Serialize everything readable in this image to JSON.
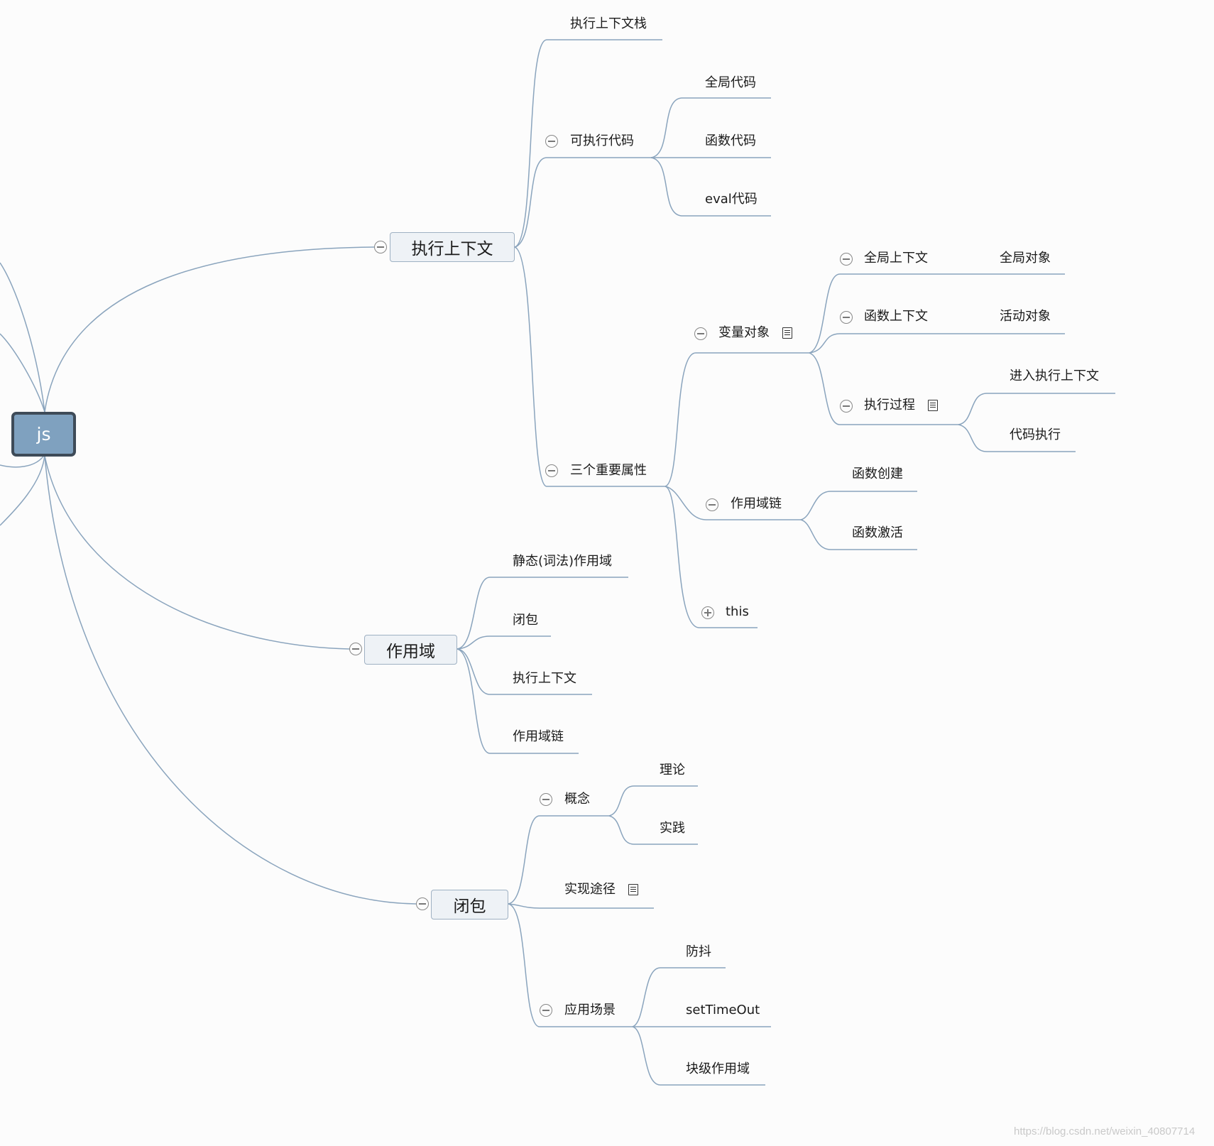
{
  "root": {
    "label": "js"
  },
  "branches": {
    "exec_context": {
      "label": "执行上下文",
      "context_stack": "执行上下文栈",
      "executable_code": {
        "label": "可执行代码",
        "global_code": "全局代码",
        "function_code": "函数代码",
        "eval_code": "eval代码"
      },
      "three_props": {
        "label": "三个重要属性",
        "variable_object": {
          "label": "变量对象",
          "global_context": {
            "label": "全局上下文",
            "child": "全局对象"
          },
          "function_context": {
            "label": "函数上下文",
            "child": "活动对象"
          },
          "execution_process": {
            "label": "执行过程",
            "enter": "进入执行上下文",
            "run": "代码执行"
          }
        },
        "scope_chain": {
          "label": "作用域链",
          "create": "函数创建",
          "activate": "函数激活"
        },
        "this_node": "this"
      }
    },
    "scope": {
      "label": "作用域",
      "static_scope": "静态(词法)作用域",
      "closure": "闭包",
      "exec_context": "执行上下文",
      "scope_chain": "作用域链"
    },
    "closure": {
      "label": "闭包",
      "concept": {
        "label": "概念",
        "theory": "理论",
        "practice": "实践"
      },
      "implementation": "实现途径",
      "use_cases": {
        "label": "应用场景",
        "debounce": "防抖",
        "settimeout": "setTimeOut",
        "block_scope": "块级作用域"
      }
    }
  },
  "watermark": "https://blog.csdn.net/weixin_40807714"
}
